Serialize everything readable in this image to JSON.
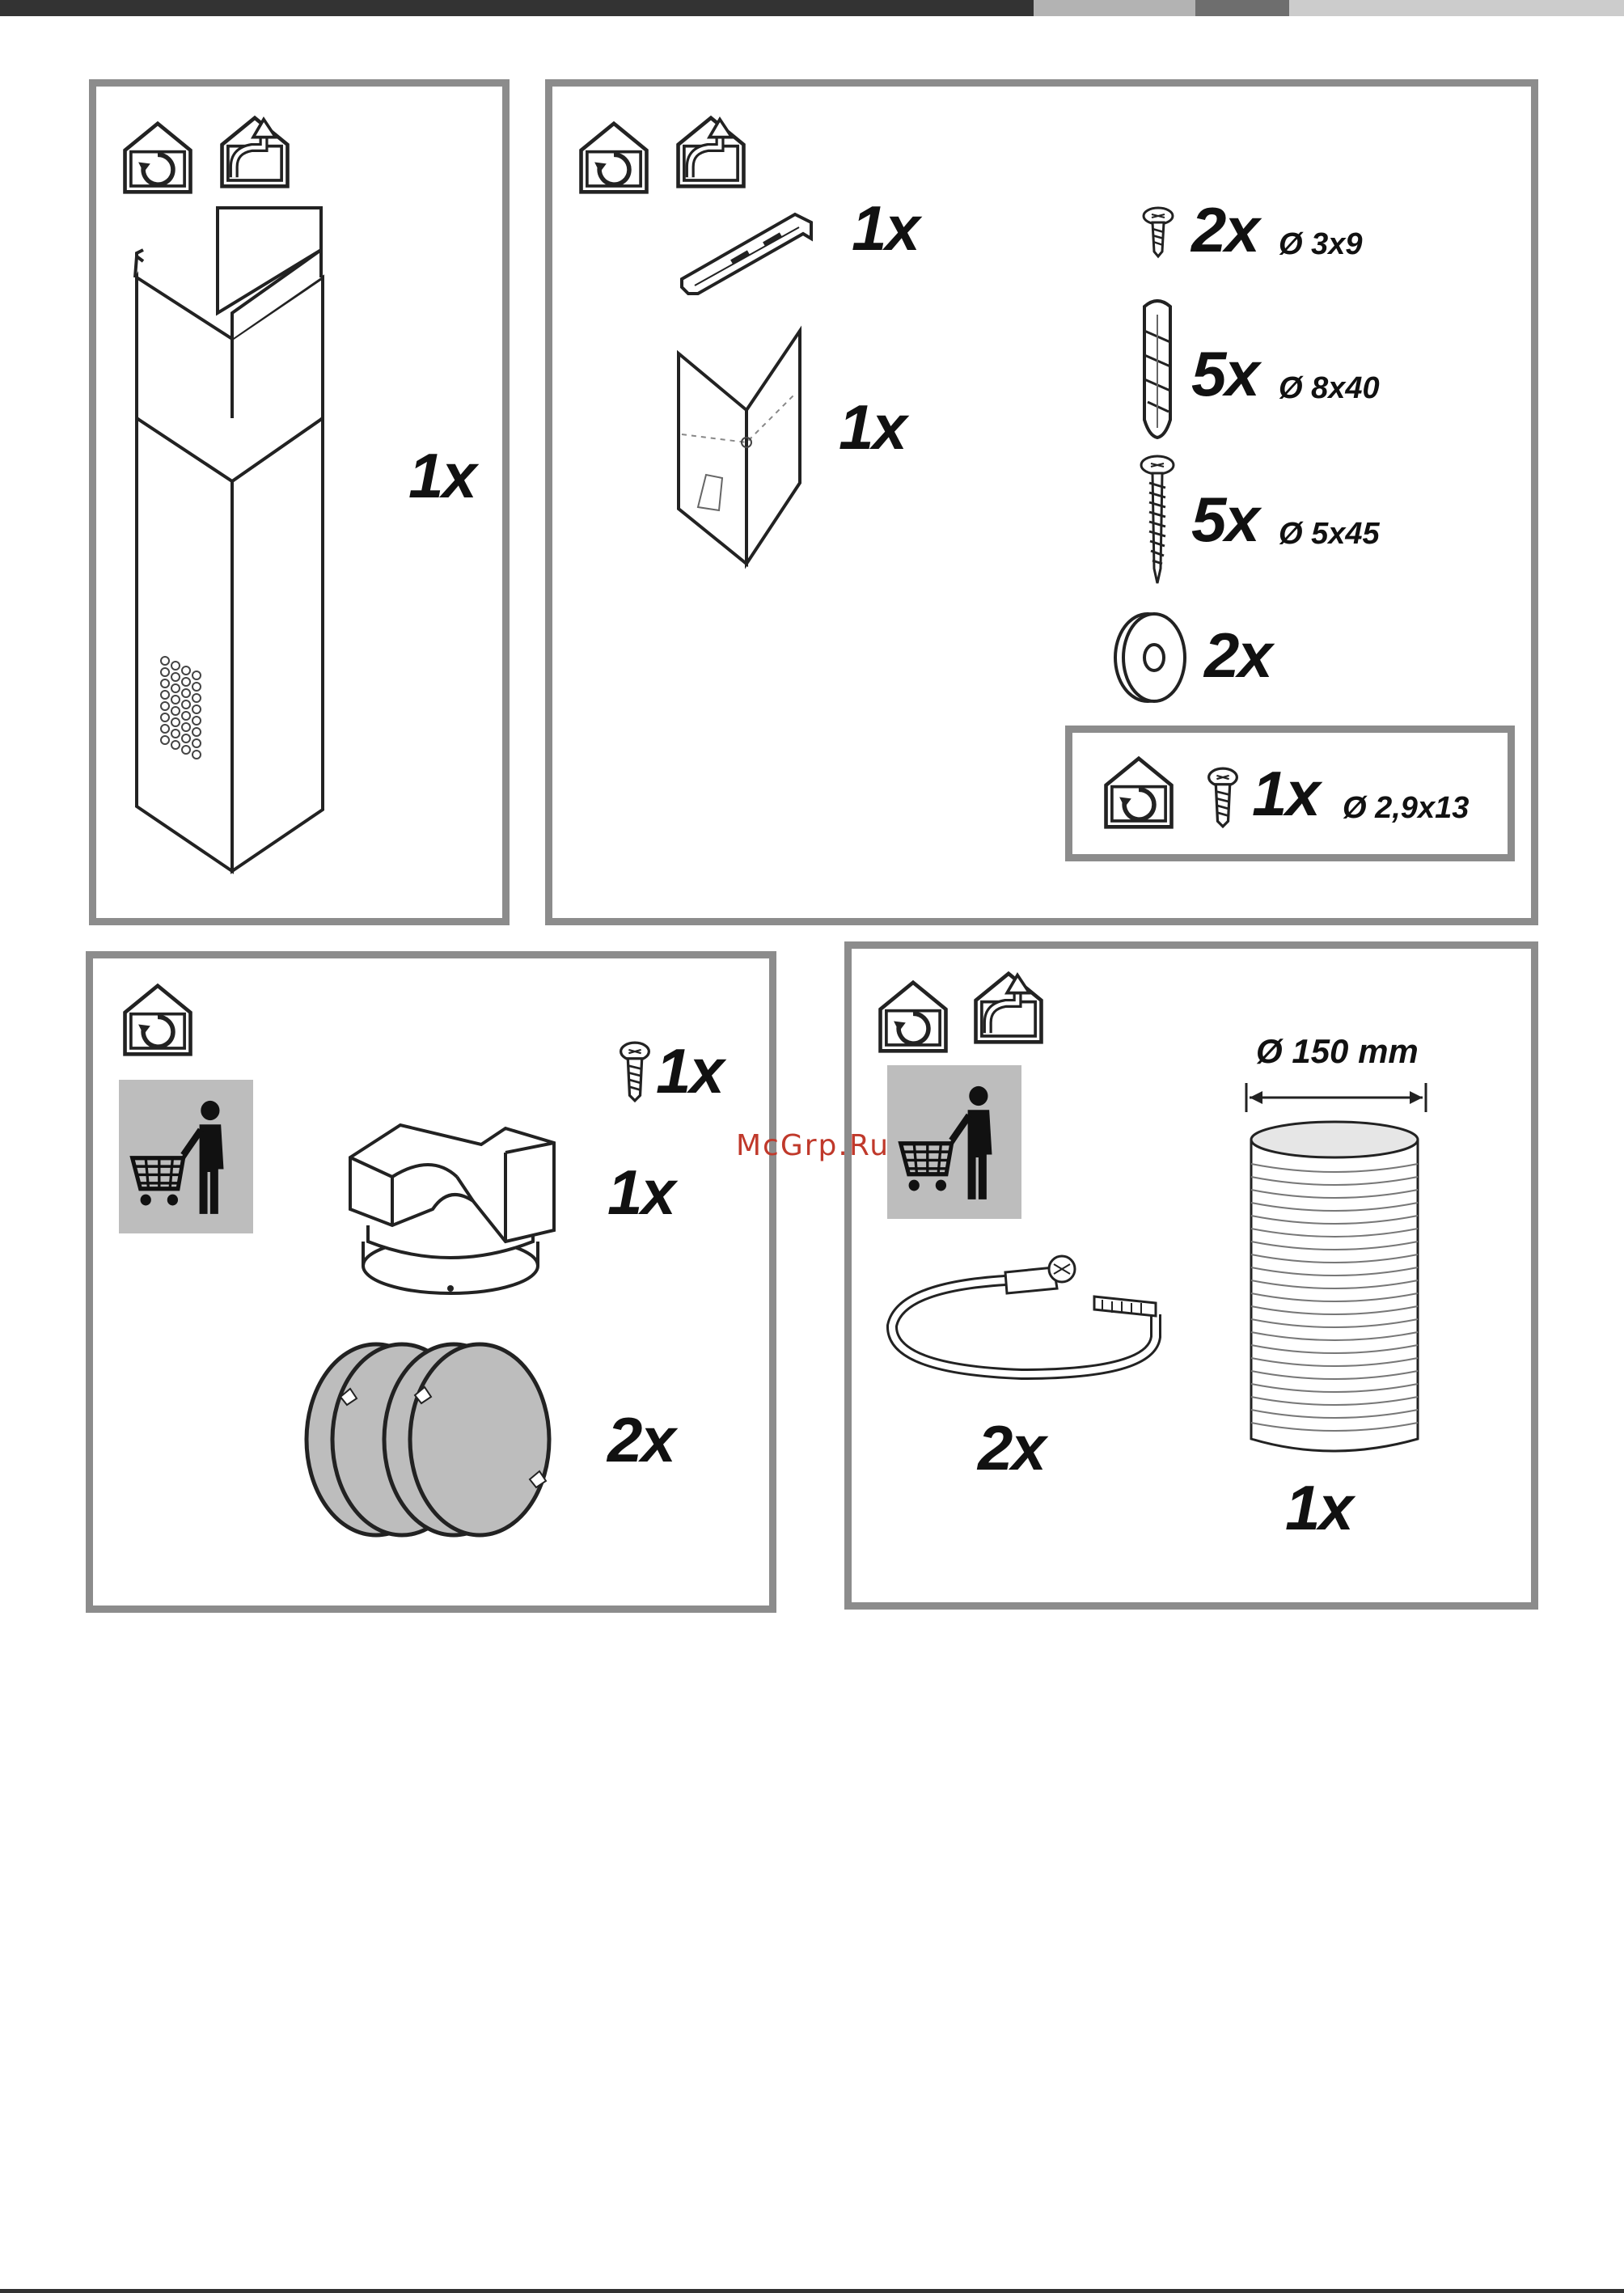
{
  "watermark": "McGrp.Ru",
  "header_bar": {
    "colors": [
      "#333333",
      "#b3b3b3",
      "#6e6e6e",
      "#cccccc"
    ]
  },
  "panels": {
    "chimney": {
      "icons": [
        "recirculation-house-icon",
        "exhaust-house-icon"
      ],
      "qty": "1x"
    },
    "hardware": {
      "icons": [
        "recirculation-house-icon",
        "exhaust-house-icon"
      ],
      "items": [
        {
          "name": "bracket",
          "qty": "1x"
        },
        {
          "name": "template",
          "qty": "1x"
        },
        {
          "name": "screw-3x9",
          "qty": "2x",
          "dim": "Ø 3x9"
        },
        {
          "name": "wall-plug",
          "qty": "5x",
          "dim": "Ø 8x40"
        },
        {
          "name": "wood-screw",
          "qty": "5x",
          "dim": "Ø 5x45"
        },
        {
          "name": "washer",
          "qty": "2x"
        }
      ],
      "sub_box": {
        "icon": "recirculation-house-icon",
        "qty": "1x",
        "dim": "Ø 2,9x13"
      }
    },
    "recirculation_kit": {
      "icons": [
        "recirculation-house-icon",
        "shopping-person-icon"
      ],
      "items": [
        {
          "name": "screw",
          "qty": "1x"
        },
        {
          "name": "deflector",
          "qty": "1x"
        },
        {
          "name": "carbon-filters",
          "qty": "2x"
        }
      ]
    },
    "exhaust_kit": {
      "icons": [
        "recirculation-house-icon",
        "exhaust-house-icon",
        "shopping-person-icon"
      ],
      "duct_diameter": "Ø 150 mm",
      "items": [
        {
          "name": "hose-clamp",
          "qty": "2x"
        },
        {
          "name": "flexible-duct",
          "qty": "1x"
        }
      ]
    }
  }
}
